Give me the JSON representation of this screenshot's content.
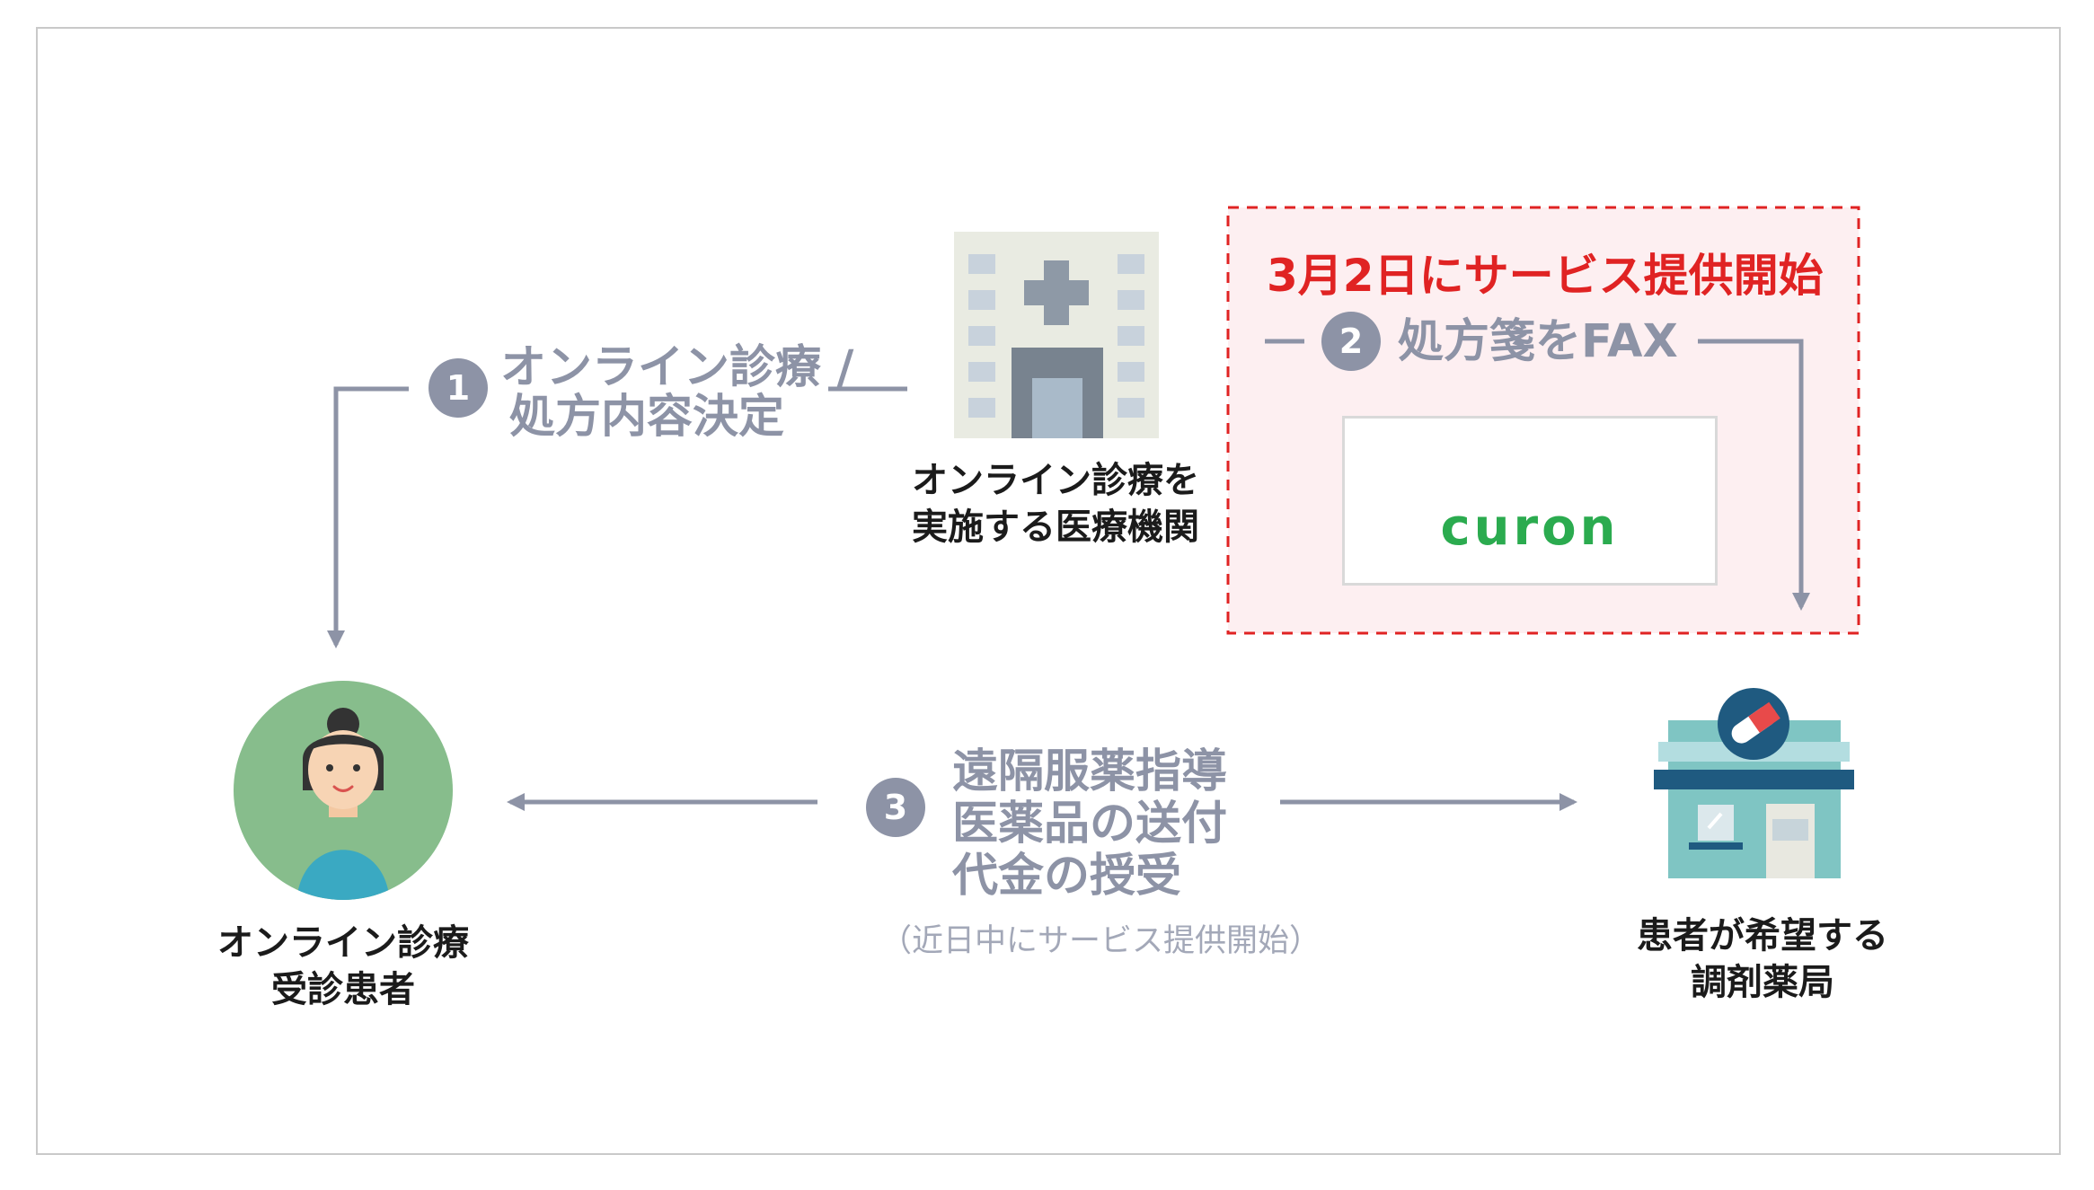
{
  "colors": {
    "arrow": "#8d93a6",
    "highlight_text": "#e02323",
    "highlight_border": "#e02323",
    "highlight_fill": "#fdeff1",
    "brand_green": "#2bab4f"
  },
  "steps": [
    {
      "number": "1",
      "line1": "オンライン診療 /",
      "line2": "処方内容決定"
    },
    {
      "number": "2",
      "line1": "処方箋をFAX"
    },
    {
      "number": "3",
      "line1": "遠隔服薬指導",
      "line2": "医薬品の送付",
      "line3": "代金の授受",
      "note": "（近日中にサービス提供開始）"
    }
  ],
  "highlight": {
    "title": "3月2日にサービス提供開始"
  },
  "logo": {
    "name": "curon",
    "icon": "heart-icon"
  },
  "nodes": {
    "hospital": {
      "line1": "オンライン診療を",
      "line2": "実施する医療機関",
      "icon": "hospital-building-icon"
    },
    "patient": {
      "line1": "オンライン診療",
      "line2": "受診患者",
      "icon": "patient-avatar-icon"
    },
    "pharmacy": {
      "line1": "患者が希望する",
      "line2": "調剤薬局",
      "icon": "pharmacy-store-icon"
    }
  }
}
